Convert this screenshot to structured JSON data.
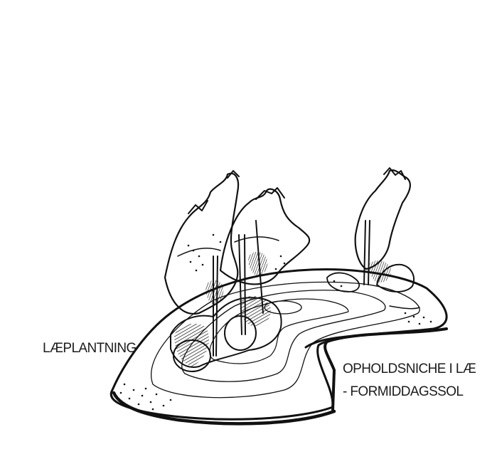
{
  "labels": {
    "laeplantning": "LÆPLANTNING",
    "opholdsniche_line1": "OPHOLDSNICHE I LÆ",
    "opholdsniche_line2": "- FORMIDDAGSSOL"
  },
  "colors": {
    "ink": "#111111",
    "background": "#ffffff"
  }
}
